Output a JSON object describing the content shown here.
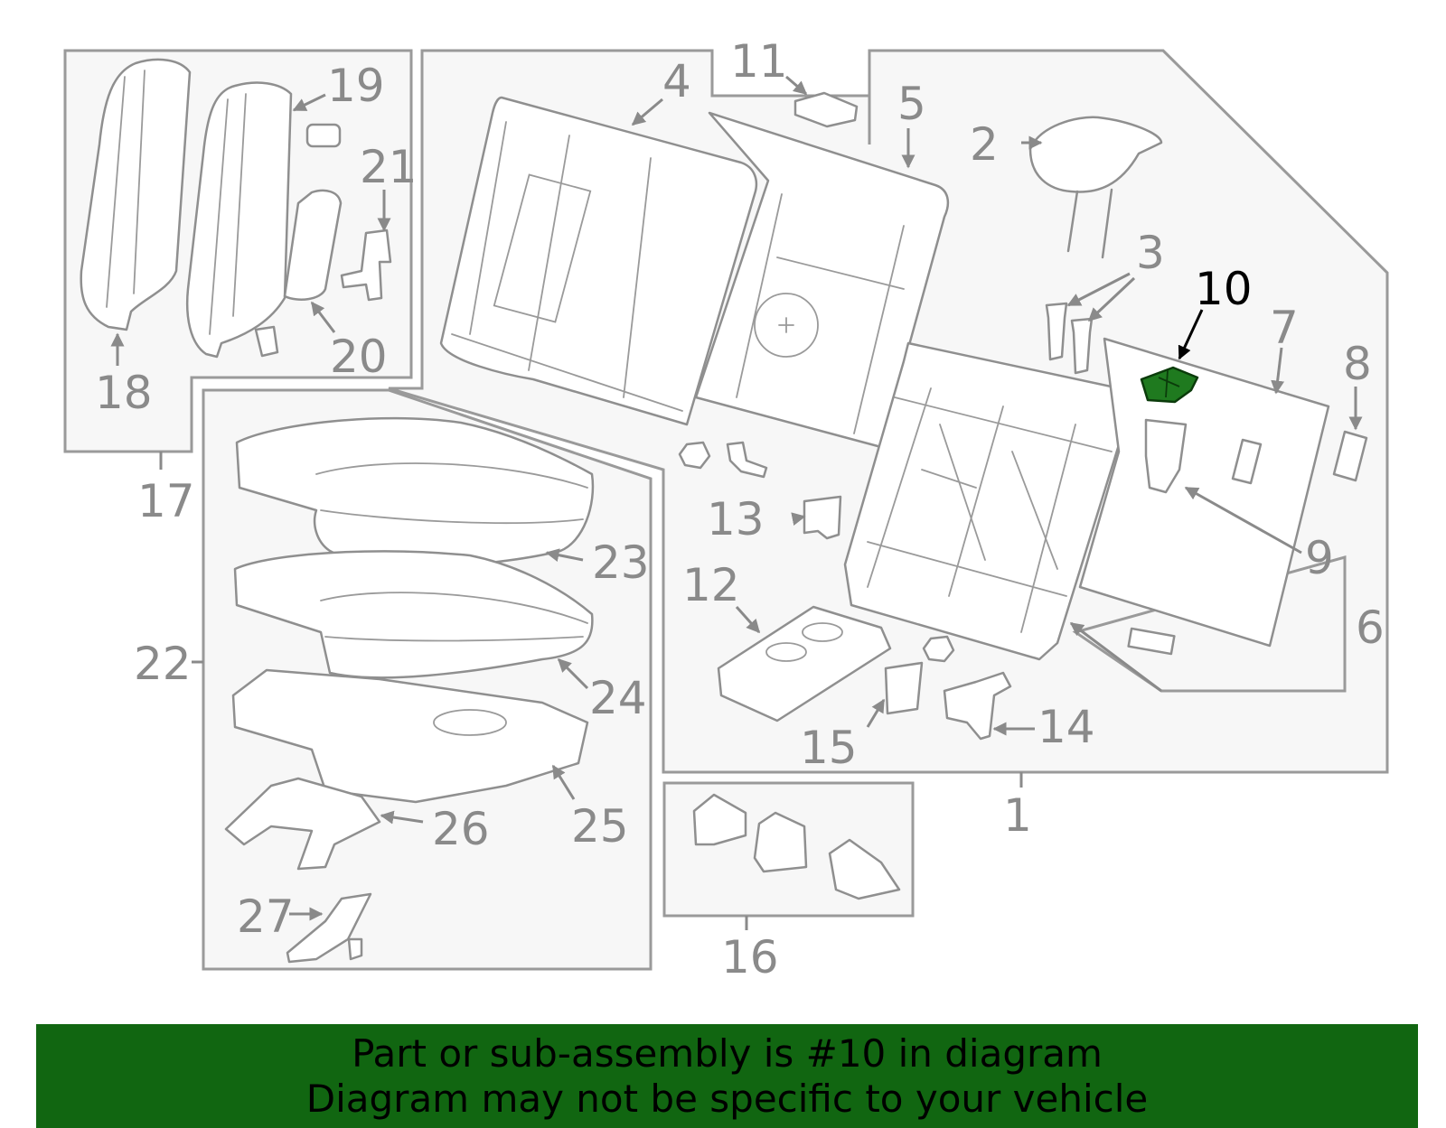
{
  "callouts": [
    {
      "id": "1",
      "label": "1"
    },
    {
      "id": "2",
      "label": "2"
    },
    {
      "id": "3",
      "label": "3"
    },
    {
      "id": "4",
      "label": "4"
    },
    {
      "id": "5",
      "label": "5"
    },
    {
      "id": "6",
      "label": "6"
    },
    {
      "id": "7",
      "label": "7"
    },
    {
      "id": "8",
      "label": "8"
    },
    {
      "id": "9",
      "label": "9"
    },
    {
      "id": "10",
      "label": "10",
      "highlighted": true
    },
    {
      "id": "11",
      "label": "11"
    },
    {
      "id": "12",
      "label": "12"
    },
    {
      "id": "13",
      "label": "13"
    },
    {
      "id": "14",
      "label": "14"
    },
    {
      "id": "15",
      "label": "15"
    },
    {
      "id": "16",
      "label": "16"
    },
    {
      "id": "17",
      "label": "17"
    },
    {
      "id": "18",
      "label": "18"
    },
    {
      "id": "19",
      "label": "19"
    },
    {
      "id": "20",
      "label": "20"
    },
    {
      "id": "21",
      "label": "21"
    },
    {
      "id": "22",
      "label": "22"
    },
    {
      "id": "23",
      "label": "23"
    },
    {
      "id": "24",
      "label": "24"
    },
    {
      "id": "25",
      "label": "25"
    },
    {
      "id": "26",
      "label": "26"
    },
    {
      "id": "27",
      "label": "27"
    }
  ],
  "banner": {
    "line1": "Part or sub-assembly is #10 in diagram",
    "line2": "Diagram may not be specific to your vehicle"
  },
  "colors": {
    "banner_bg": "#116611",
    "highlight_part": "#1f7a1f",
    "line_art": "#8f8f8f"
  }
}
